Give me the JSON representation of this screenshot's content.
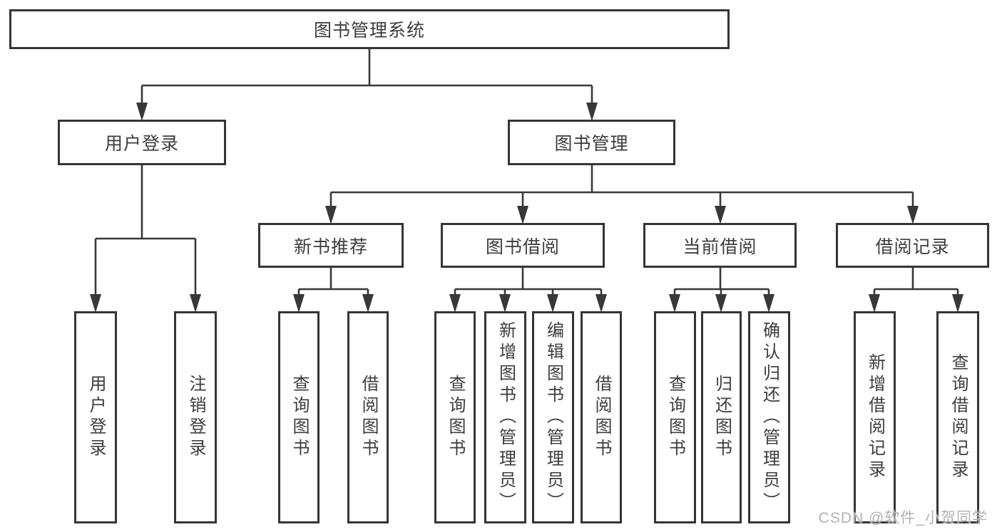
{
  "hierarchy": {
    "root": "图书管理系统",
    "children": [
      {
        "label": "用户登录",
        "children": [
          "用户登录",
          "注销登录"
        ]
      },
      {
        "label": "图书管理",
        "children": [
          {
            "label": "新书推荐",
            "children": [
              "查询图书",
              "借阅图书"
            ]
          },
          {
            "label": "图书借阅",
            "children": [
              "查询图书",
              "新增图书（管理员）",
              "编辑图书（管理员）",
              "借阅图书"
            ]
          },
          {
            "label": "当前借阅",
            "children": [
              "查询图书",
              "归还图书",
              "确认归还（管理员）"
            ]
          },
          {
            "label": "借阅记录",
            "children": [
              "新增借阅记录",
              "查询借阅记录"
            ]
          }
        ]
      }
    ]
  },
  "watermark": "CSDN @软件_小贺同学",
  "colors": {
    "line": "#383838",
    "box_border": "#353535",
    "text": "#3d3d3d",
    "watermark": "#b3b3b3",
    "background": "#ffffff"
  }
}
